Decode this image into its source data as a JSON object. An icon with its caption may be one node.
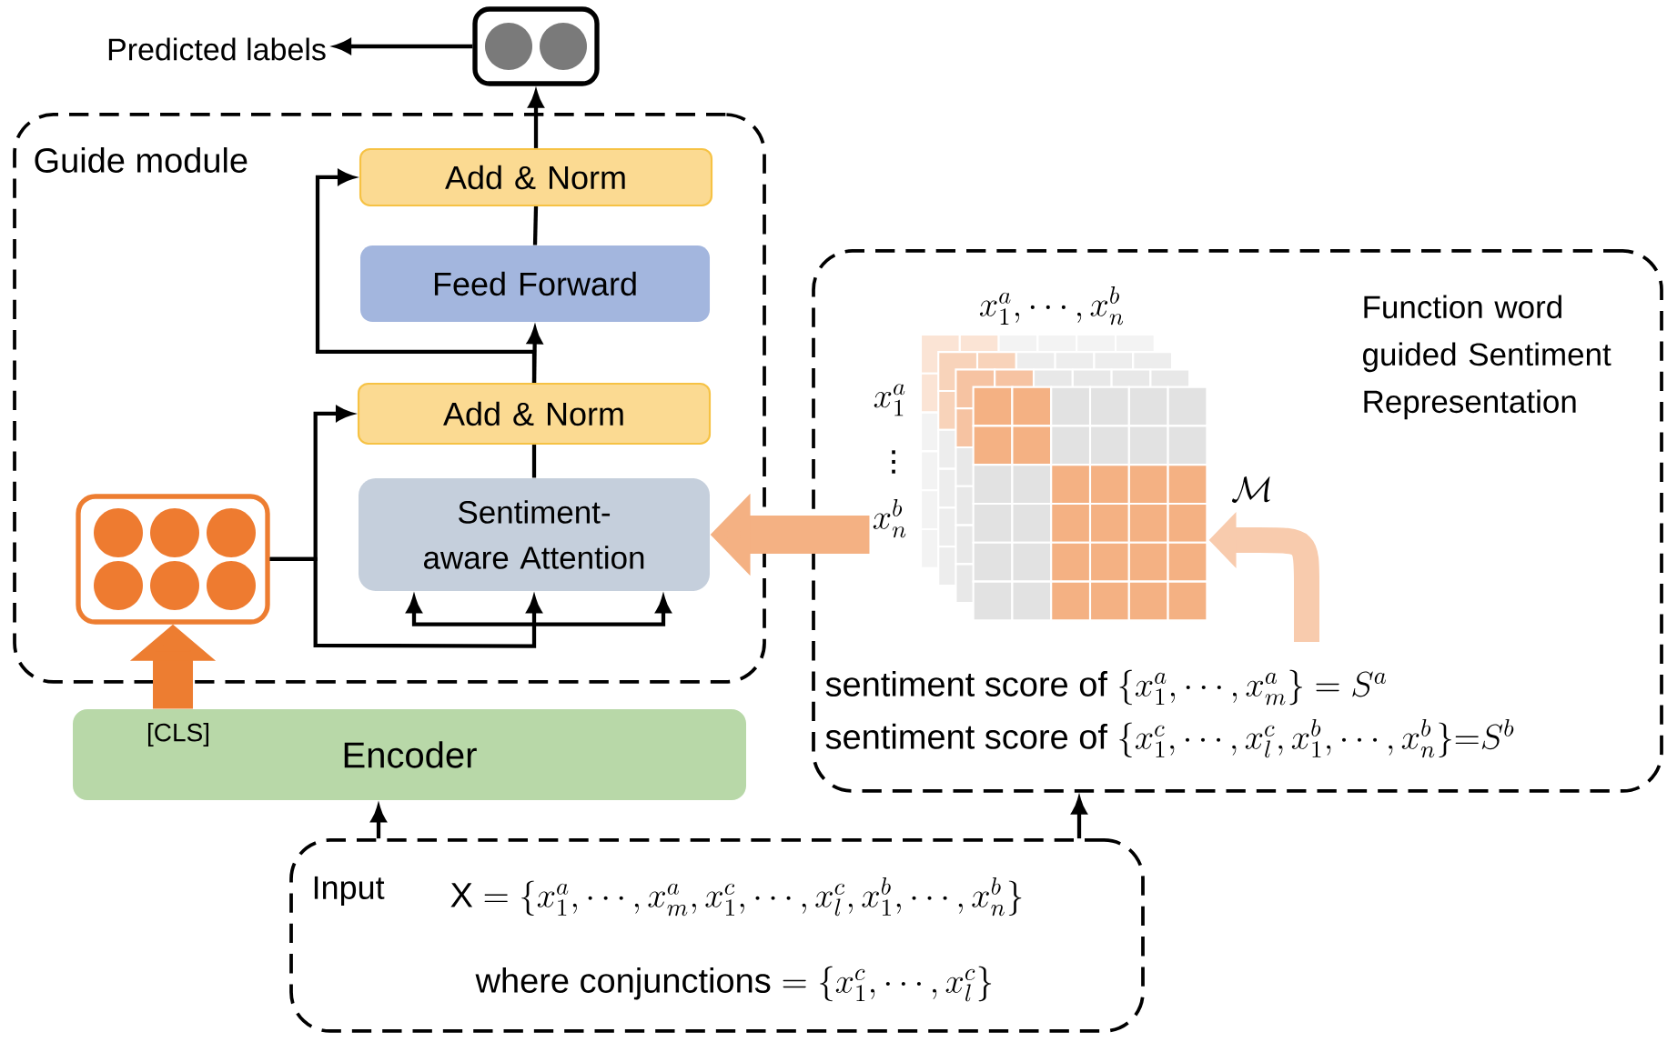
{
  "diagram": {
    "nodes": [
      {
        "text": [
          "Guide module"
        ]
      },
      {
        "text": [
          "Add & Norm"
        ],
        "in": 0
      },
      {
        "text": [
          "Feed Forward"
        ],
        "in": 0
      },
      {
        "text": [
          "Add & Norm"
        ],
        "in": 0
      },
      {
        "text": [
          "Sentiment-aware Attention"
        ],
        "in": 0
      },
      {
        "text": [],
        "shape": "box",
        "in": 0
      },
      {
        "text": [],
        "shape": "box"
      },
      {
        "text": [
          "Predicted labels"
        ]
      },
      {
        "text": [
          "Function word guided Sentiment Representation",
          "\\mathrm{sentiment\\ score\\ of}\\ \\{x_1^a,\\cdots,x_m^a\\}=S^a",
          "\\mathrm{sentiment\\ score\\ of}\\ \\{x_1^c,\\cdots,x_l^c,x_1^b,\\cdots,x_n^b\\}{=}S^b"
        ]
      },
      {
        "text": [],
        "shape": "picture",
        "in": 8,
        "beside": [
          "x_1^a,\\cdots,x_n^b",
          "x_1^a",
          "\\vdots",
          "x_n^b",
          "\\mathcal{M}"
        ]
      },
      {
        "text": [
          "Encoder"
        ]
      },
      {
        "text": [
          "Input",
          "\\mathrm{X}=\\{x_1^a,\\cdots,x_m^a,x_1^c,\\cdots,x_l^c,x_1^b,\\cdots,x_n^b\\}",
          "\\mathrm{where\\ conjunctions}=\\{x_1^c,\\cdots,x_l^c\\}"
        ]
      }
    ],
    "edges": [
      {
        "from": 10,
        "to": 5,
        "arrow": "to",
        "label": "[CLS]",
        "style": "thick",
        "color": "#ed7d31"
      },
      {
        "from": 11,
        "to": 10,
        "arrow": "to"
      },
      {
        "from": 11,
        "to": 8,
        "arrow": "to"
      },
      {
        "from": 9,
        "to": 4,
        "arrow": "to",
        "style": "thick",
        "color": "#f4b183"
      },
      {
        "from": null,
        "to": 9,
        "arrow": "to",
        "style": "thick",
        "color": "#f8cbad"
      },
      {
        "from": 4,
        "to": 3,
        "arrow": "none"
      },
      {
        "from": 3,
        "to": 2,
        "arrow": "to"
      },
      {
        "from": 2,
        "to": 1,
        "arrow": "none"
      },
      {
        "from": 1,
        "to": 6,
        "arrow": "to"
      },
      {
        "from": 6,
        "to": 7,
        "arrow": "to"
      },
      {
        "from": 5,
        "to": 3,
        "arrow": "to"
      },
      {
        "from": 5,
        "to": 4,
        "arrow": "to"
      },
      {
        "from": 3,
        "to": 1,
        "arrow": "to"
      }
    ]
  }
}
